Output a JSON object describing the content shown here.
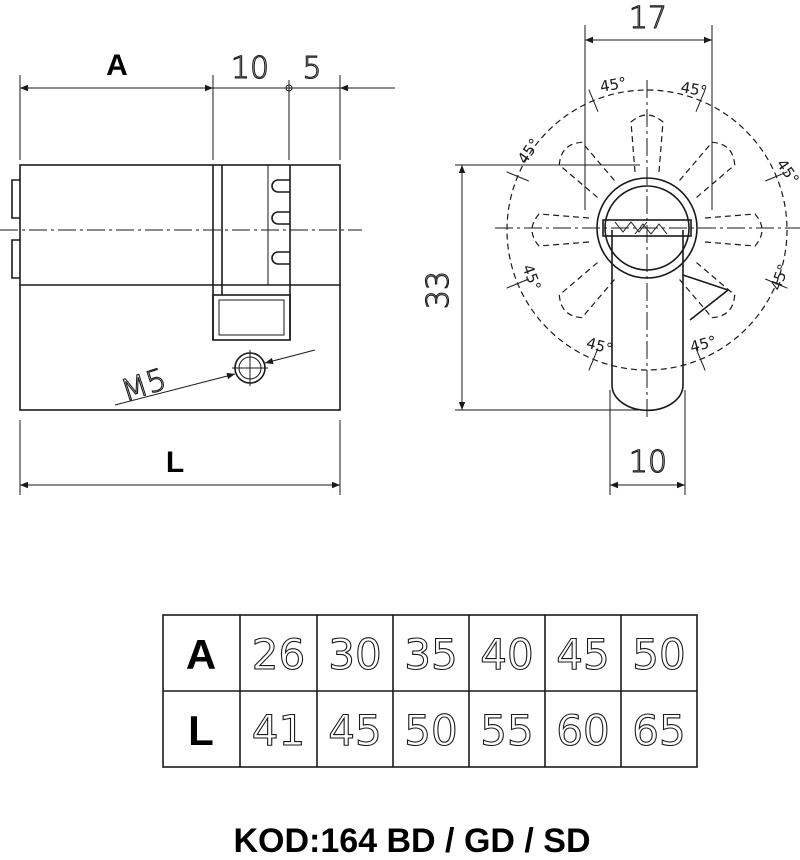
{
  "side_view": {
    "dim_A": "A",
    "dim_10": "10",
    "dim_5": "5",
    "dim_L": "L",
    "thread": "M5"
  },
  "front_view": {
    "dim_17": "17",
    "dim_33": "33",
    "dim_10": "10",
    "angle_labels": [
      "45°",
      "45°",
      "45°",
      "45°",
      "45°",
      "45°",
      "45°",
      "45°"
    ]
  },
  "table": {
    "rows": [
      {
        "label": "A",
        "values": [
          "26",
          "30",
          "35",
          "40",
          "45",
          "50"
        ]
      },
      {
        "label": "L",
        "values": [
          "41",
          "45",
          "50",
          "55",
          "60",
          "65"
        ]
      }
    ]
  },
  "code": "KOD:164 BD / GD / SD"
}
